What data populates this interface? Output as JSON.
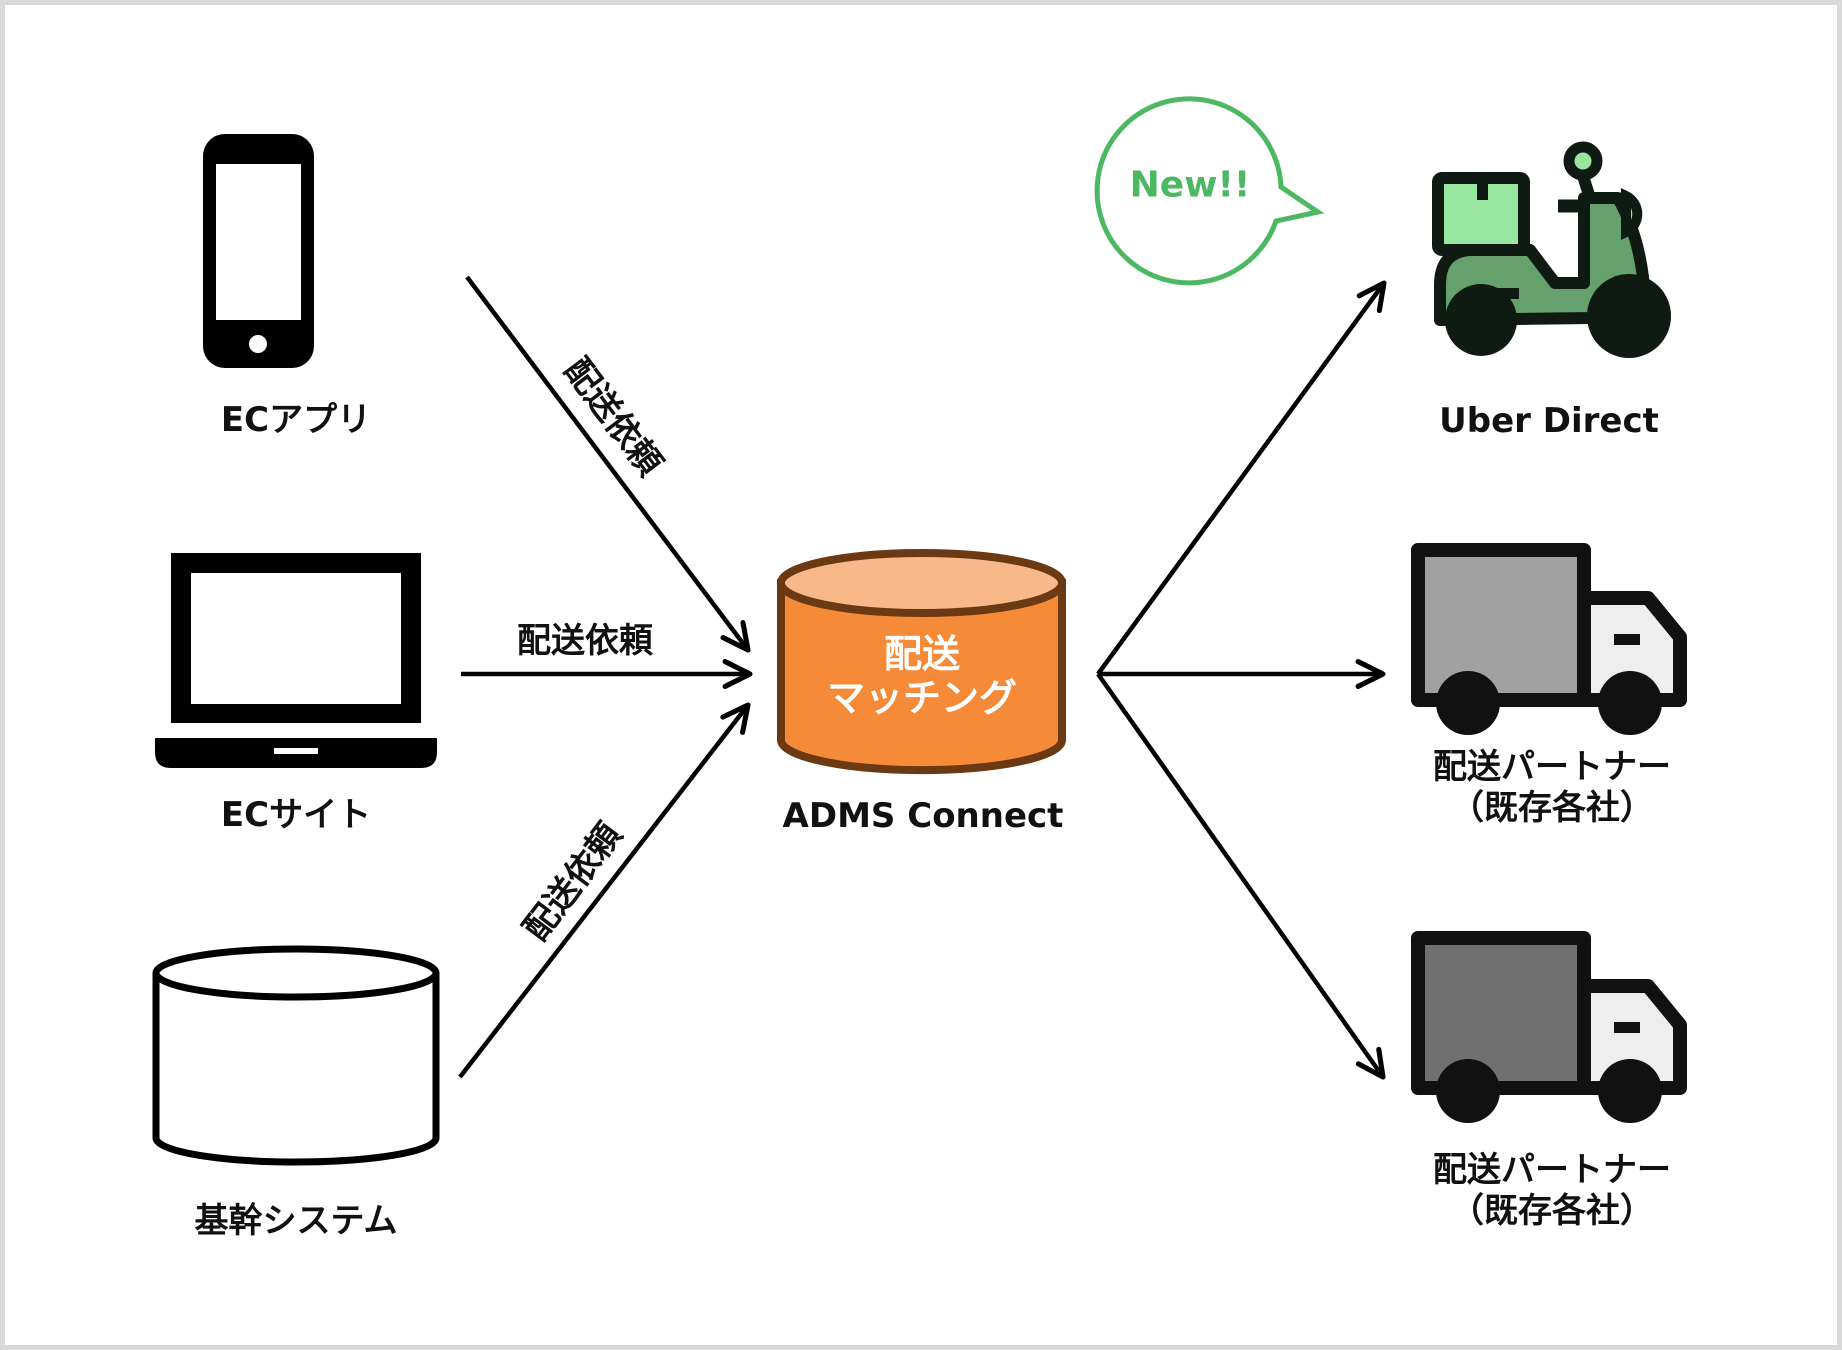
{
  "sources": [
    {
      "id": "ec-app",
      "label": "ECアプリ",
      "icon": "smartphone-icon"
    },
    {
      "id": "ec-site",
      "label": "ECサイト",
      "icon": "laptop-icon"
    },
    {
      "id": "core-system",
      "label": "基幹システム",
      "icon": "database-icon"
    }
  ],
  "source_arrow_labels": [
    "配送依頼",
    "配送依頼",
    "配送依頼"
  ],
  "hub": {
    "inner_line1": "配送",
    "inner_line2": "マッチング",
    "label": "ADMS Connect",
    "colors": {
      "top": "#f8b98a",
      "body": "#f58a38",
      "stroke": "#6b3a12"
    }
  },
  "badge": {
    "text": "New!!",
    "color": "#4db862"
  },
  "destinations": [
    {
      "id": "uber-direct",
      "label_line1": "Uber Direct",
      "label_line2": "",
      "icon": "delivery-scooter-icon"
    },
    {
      "id": "partner-1",
      "label_line1": "配送パートナー",
      "label_line2": "（既存各社）",
      "icon": "truck-icon"
    },
    {
      "id": "partner-2",
      "label_line1": "配送パートナー",
      "label_line2": "（既存各社）",
      "icon": "truck-icon"
    }
  ],
  "colors": {
    "scooter_box": "#98e6a0",
    "scooter_body": "#66a06c",
    "outline": "#0f1a12",
    "truck1_cargo": "#a0a0a0",
    "truck2_cargo": "#707070",
    "truck_cab": "#eeeeee"
  }
}
